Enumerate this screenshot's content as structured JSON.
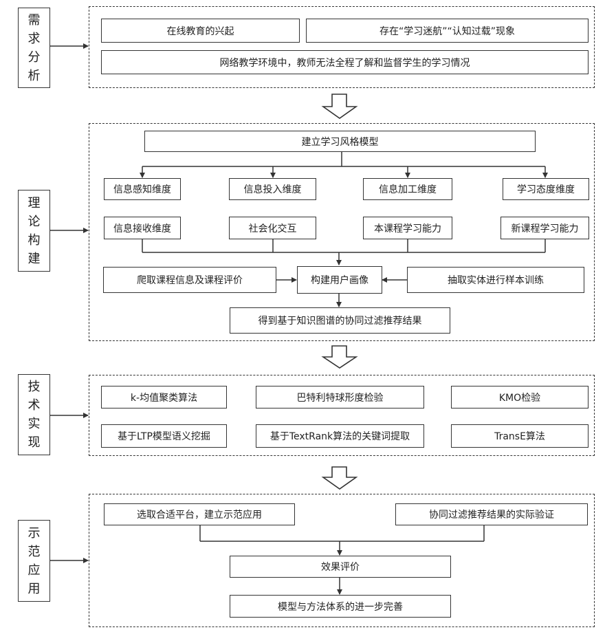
{
  "stages": {
    "demand": "需求分析",
    "theory": "理论构建",
    "tech": "技术实现",
    "demo": "示范应用"
  },
  "demand": {
    "rise_online_edu": "在线教育的兴起",
    "learning_lost": "存在“学习迷航”“认知过载”现象",
    "teacher_issue": "网络教学环境中，教师无法全程了解和监督学生的学习情况"
  },
  "theory": {
    "style_model": "建立学习风格模型",
    "dimensions": [
      "信息感知维度",
      "信息投入维度",
      "信息加工维度",
      "学习态度维度"
    ],
    "sub_dimensions": [
      "信息接收维度",
      "社会化交互",
      "本课程学习能力",
      "新课程学习能力"
    ],
    "crawl": "爬取课程信息及课程评价",
    "user_profile": "构建用户画像",
    "entity_training": "抽取实体进行样本训练",
    "cf_result": "得到基于知识图谱的协同过滤推荐结果"
  },
  "tech": {
    "kmeans": "k-均值聚类算法",
    "bartlett": "巴特利特球形度检验",
    "kmo": "KMO检验",
    "ltp": "基于LTP模型语义挖掘",
    "textrank": "基于TextRank算法的关键词提取",
    "transe": "TransE算法"
  },
  "demo": {
    "platform": "选取合适平台，建立示范应用",
    "verify": "协同过滤推荐结果的实际验证",
    "evaluate": "效果评价",
    "improve": "模型与方法体系的进一步完善"
  }
}
